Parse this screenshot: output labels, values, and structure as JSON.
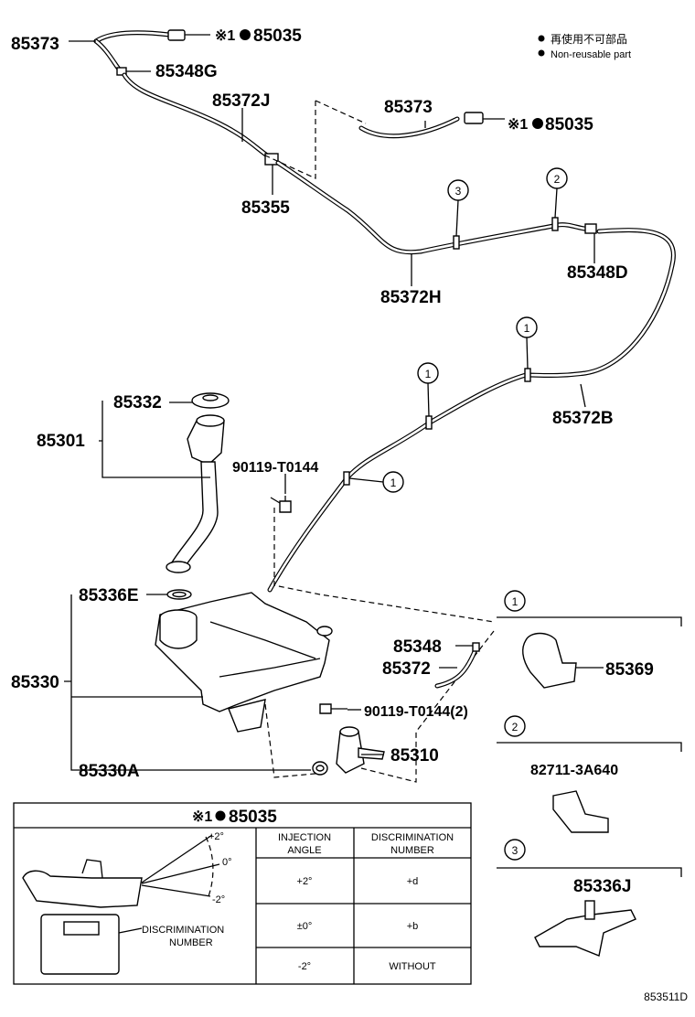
{
  "legend": {
    "line1": "再使用不可部品",
    "line2": "Non-reusable part"
  },
  "parts": {
    "p85373_top": "85373",
    "p85035_top": "85035",
    "p85348G": "85348G",
    "p85372J": "85372J",
    "p85373_mid": "85373",
    "p85035_mid": "85035",
    "p85355": "85355",
    "p85372H": "85372H",
    "p85348D": "85348D",
    "p85372B": "85372B",
    "p85332": "85332",
    "p85301": "85301",
    "p90119_top": "90119-T0144",
    "p85336E": "85336E",
    "p85330": "85330",
    "p85348": "85348",
    "p85372": "85372",
    "p90119_bot": "90119-T0144(2)",
    "p85310": "85310",
    "p85330A": "85330A",
    "p85369": "85369",
    "p82711": "82711-3A640",
    "p85336J": "85336J"
  },
  "markers": {
    "non_reusable_prefix": "※1",
    "callout_1": "1",
    "callout_2": "2",
    "callout_3": "3"
  },
  "detail_table": {
    "title": "85035",
    "angle_plus": "+2°",
    "angle_zero": "0°",
    "angle_minus": "-2°",
    "discrimination_label": "DISCRIMINATION NUMBER",
    "col1_header_l1": "INJECTION",
    "col1_header_l2": "ANGLE",
    "col2_header_l1": "DISCRIMINATION",
    "col2_header_l2": "NUMBER",
    "rows": [
      {
        "angle": "+2°",
        "number": "+d"
      },
      {
        "angle": "±0°",
        "number": "+b"
      },
      {
        "angle": "-2°",
        "number": "WITHOUT"
      }
    ]
  },
  "diagram_code": "853511D"
}
